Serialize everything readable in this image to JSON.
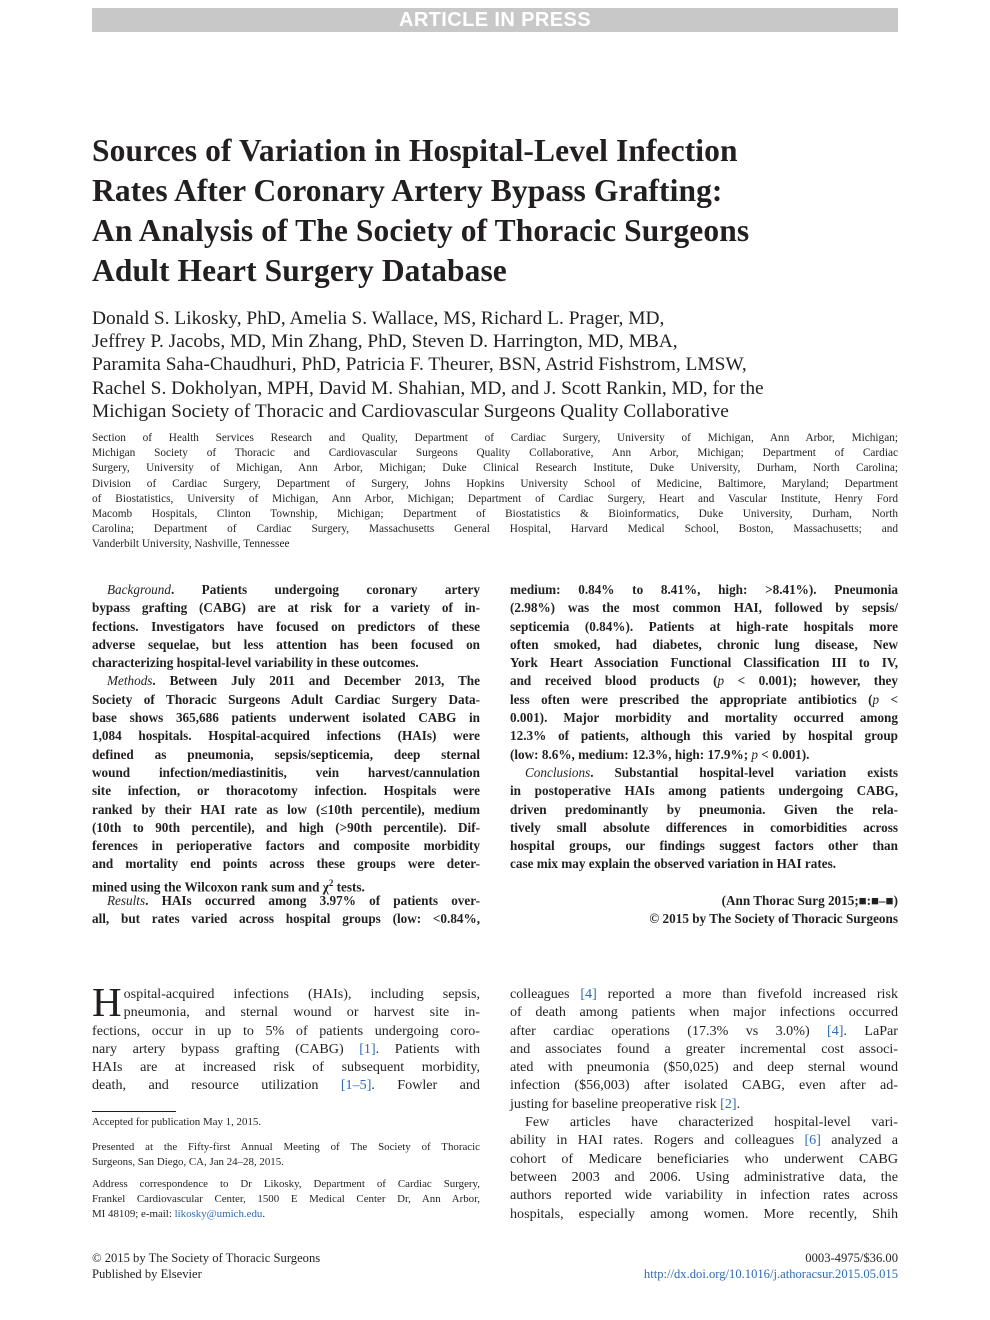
{
  "banner": "ARTICLE IN PRESS",
  "title_lines": [
    "Sources of Variation in Hospital-Level Infection",
    "Rates After Coronary Artery Bypass Grafting:",
    "An Analysis of The Society of Thoracic Surgeons",
    "Adult Heart Surgery Database"
  ],
  "author_lines": [
    "Donald S. Likosky, PhD, Amelia S. Wallace, MS, Richard L. Prager, MD,",
    "Jeffrey P. Jacobs, MD, Min Zhang, PhD, Steven D. Harrington, MD, MBA,",
    "Paramita Saha-Chaudhuri, PhD, Patricia F. Theurer, BSN, Astrid Fishstrom, LMSW,",
    "Rachel S. Dokholyan, MPH, David M. Shahian, MD, and J. Scott Rankin, MD, for the",
    "Michigan Society of Thoracic and Cardiovascular Surgeons Quality Collaborative"
  ],
  "affiliation_lines": [
    "Section of Health Services Research and Quality, Department of Cardiac Surgery, University of Michigan, Ann Arbor, Michigan;",
    "Michigan Society of Thoracic and Cardiovascular Surgeons Quality Collaborative, Ann Arbor, Michigan; Department of Cardiac",
    "Surgery, University of Michigan, Ann Arbor, Michigan; Duke Clinical Research Institute, Duke University, Durham, North Carolina;",
    "Division of Cardiac Surgery, Department of Surgery, Johns Hopkins University School of Medicine, Baltimore, Maryland; Department",
    "of Biostatistics, University of Michigan, Ann Arbor, Michigan; Department of Cardiac Surgery, Heart and Vascular Institute, Henry Ford",
    "Macomb Hospitals, Clinton Township, Michigan; Department of Biostatistics & Bioinformatics, Duke University, Durham, North",
    "Carolina; Department of Cardiac Surgery, Massachusetts General Hospital, Harvard Medical School, Boston, Massachusetts; and",
    "Vanderbilt University, Nashville, Tennessee"
  ],
  "abstract_left": {
    "background_label": "Background",
    "bg_l1": ". Patients undergoing coronary artery",
    "bg_rest": [
      "bypass grafting (CABG) are at risk for a variety of in-",
      "fections. Investigators have focused on predictors of these",
      "adverse sequelae, but less attention has been focused on",
      "characterizing hospital-level variability in these outcomes."
    ],
    "methods_label": "Methods",
    "me_l1": ". Between July 2011 and December 2013, The",
    "me_rest": [
      "Society of Thoracic Surgeons Adult Cardiac Surgery Data-",
      "base shows 365,686 patients underwent isolated CABG in",
      "1,084 hospitals. Hospital-acquired infections (HAIs) were",
      "defined as pneumonia, sepsis/septicemia, deep sternal",
      "wound infection/mediastinitis, vein harvest/cannulation",
      "site infection, or thoracotomy infection. Hospitals were",
      "ranked by their HAI rate as low (≤10th percentile), medium",
      "(10th to 90th percentile), and high (>90th percentile). Dif-",
      "ferences in perioperative factors and composite morbidity",
      "and mortality end points across these groups were deter-"
    ],
    "me_last_a": "mined using the Wilcoxon rank sum and χ",
    "me_last_sup": "2",
    "me_last_b": " tests.",
    "results_label": "Results",
    "re_l1": ". HAIs occurred among 3.97% of patients over-",
    "re_l2": "all, but rates varied across hospital groups (low: <0.84%,"
  },
  "abstract_right": {
    "lines_a": [
      "medium: 0.84% to 8.41%, high: >8.41%). Pneumonia",
      "(2.98%) was the most common HAI, followed by sepsis/",
      "septicemia (0.84%). Patients at high-rate hospitals more",
      "often smoked, had diabetes, chronic lung disease, New",
      "York Heart Association Functional Classification III to IV,"
    ],
    "p_line1_a": "and received blood products (",
    "p_line1_b": " < 0.001); however, they",
    "p_line2_a": "less often were prescribed the appropriate antibiotics (",
    "p_line2_b": " <",
    "lines_b": [
      "0.001). Major morbidity and mortality occurred among",
      "12.3% of patients, although this varied by hospital group"
    ],
    "p_line3_a": "(low: 8.6%, medium: 12.3%, high: 17.9%; ",
    "p_line3_b": " < 0.001).",
    "p_symbol": "p",
    "conclusions_label": "Conclusions",
    "co_l1": ". Substantial hospital-level variation exists",
    "co_rest": [
      "in postoperative HAIs among patients undergoing CABG,",
      "driven predominantly by pneumonia. Given the rela-",
      "tively small absolute differences in comorbidities across",
      "hospital groups, our findings suggest factors other than"
    ],
    "co_last": "case mix may explain the observed variation in HAI rates.",
    "citation": "(Ann Thorac Surg 2015;■:■–■)",
    "copyright": "© 2015 by The Society of Thoracic Surgeons"
  },
  "body_left": {
    "dropcap": "H",
    "l1": "ospital-acquired infections (HAIs), including sepsis,",
    "l2": "pneumonia, and sternal wound or harvest site in-",
    "l3": "fections, occur in up to 5% of patients undergoing coro-",
    "l4_a": "nary artery bypass grafting (CABG) ",
    "ref1": "[1]",
    "l4_b": ". Patients with",
    "l5": "HAIs are at increased risk of subsequent morbidity,",
    "l6_a": "death, and resource utilization ",
    "ref1_5": "[1–5]",
    "l6_b": ". Fowler and"
  },
  "body_right": {
    "l1_a": "colleagues ",
    "ref4": "[4]",
    "l1_b": " reported a more than fivefold increased risk",
    "l2": "of death among patients when major infections occurred",
    "l3_a": "after cardiac operations (17.3% vs 3.0%) ",
    "l3_b": ". LaPar",
    "l4": "and associates found a greater incremental cost associ-",
    "l5": "ated with pneumonia ($50,025) and deep sternal wound",
    "l6": "infection ($56,003) after isolated CABG, even after ad-",
    "l7_a": "justing for baseline preoperative risk ",
    "ref2": "[2]",
    "l7_b": ".",
    "p2_l1": "Few articles have characterized hospital-level vari-",
    "p2_l2_a": "ability in HAI rates. Rogers and colleagues ",
    "ref6": "[6]",
    "p2_l2_b": " analyzed a",
    "p2_rest": [
      "cohort of Medicare beneficiaries who underwent CABG",
      "between 2003 and 2006. Using administrative data, the",
      "authors reported wide variability in infection rates across",
      "hospitals, especially among women. More recently, Shih"
    ]
  },
  "footnotes": {
    "accepted": "Accepted for publication May 1, 2015.",
    "presented_l1": "Presented at the Fifty-first Annual Meeting of The Society of Thoracic",
    "presented_l2": "Surgeons, San Diego, CA, Jan 24–28, 2015.",
    "addr_l1": "Address correspondence to Dr Likosky, Department of Cardiac Surgery,",
    "addr_l2": "Frankel Cardiovascular Center, 1500 E Medical Center Dr, Ann Arbor,",
    "addr_l3_a": "MI 48109; e-mail: ",
    "email": "likosky@umich.edu",
    "addr_l3_b": "."
  },
  "footer": {
    "copyright": "© 2015 by The Society of Thoracic Surgeons",
    "publisher": "Published by Elsevier",
    "issn": "0003-4975/$36.00",
    "doi": "http://dx.doi.org/10.1016/j.athoracsur.2015.05.015"
  }
}
